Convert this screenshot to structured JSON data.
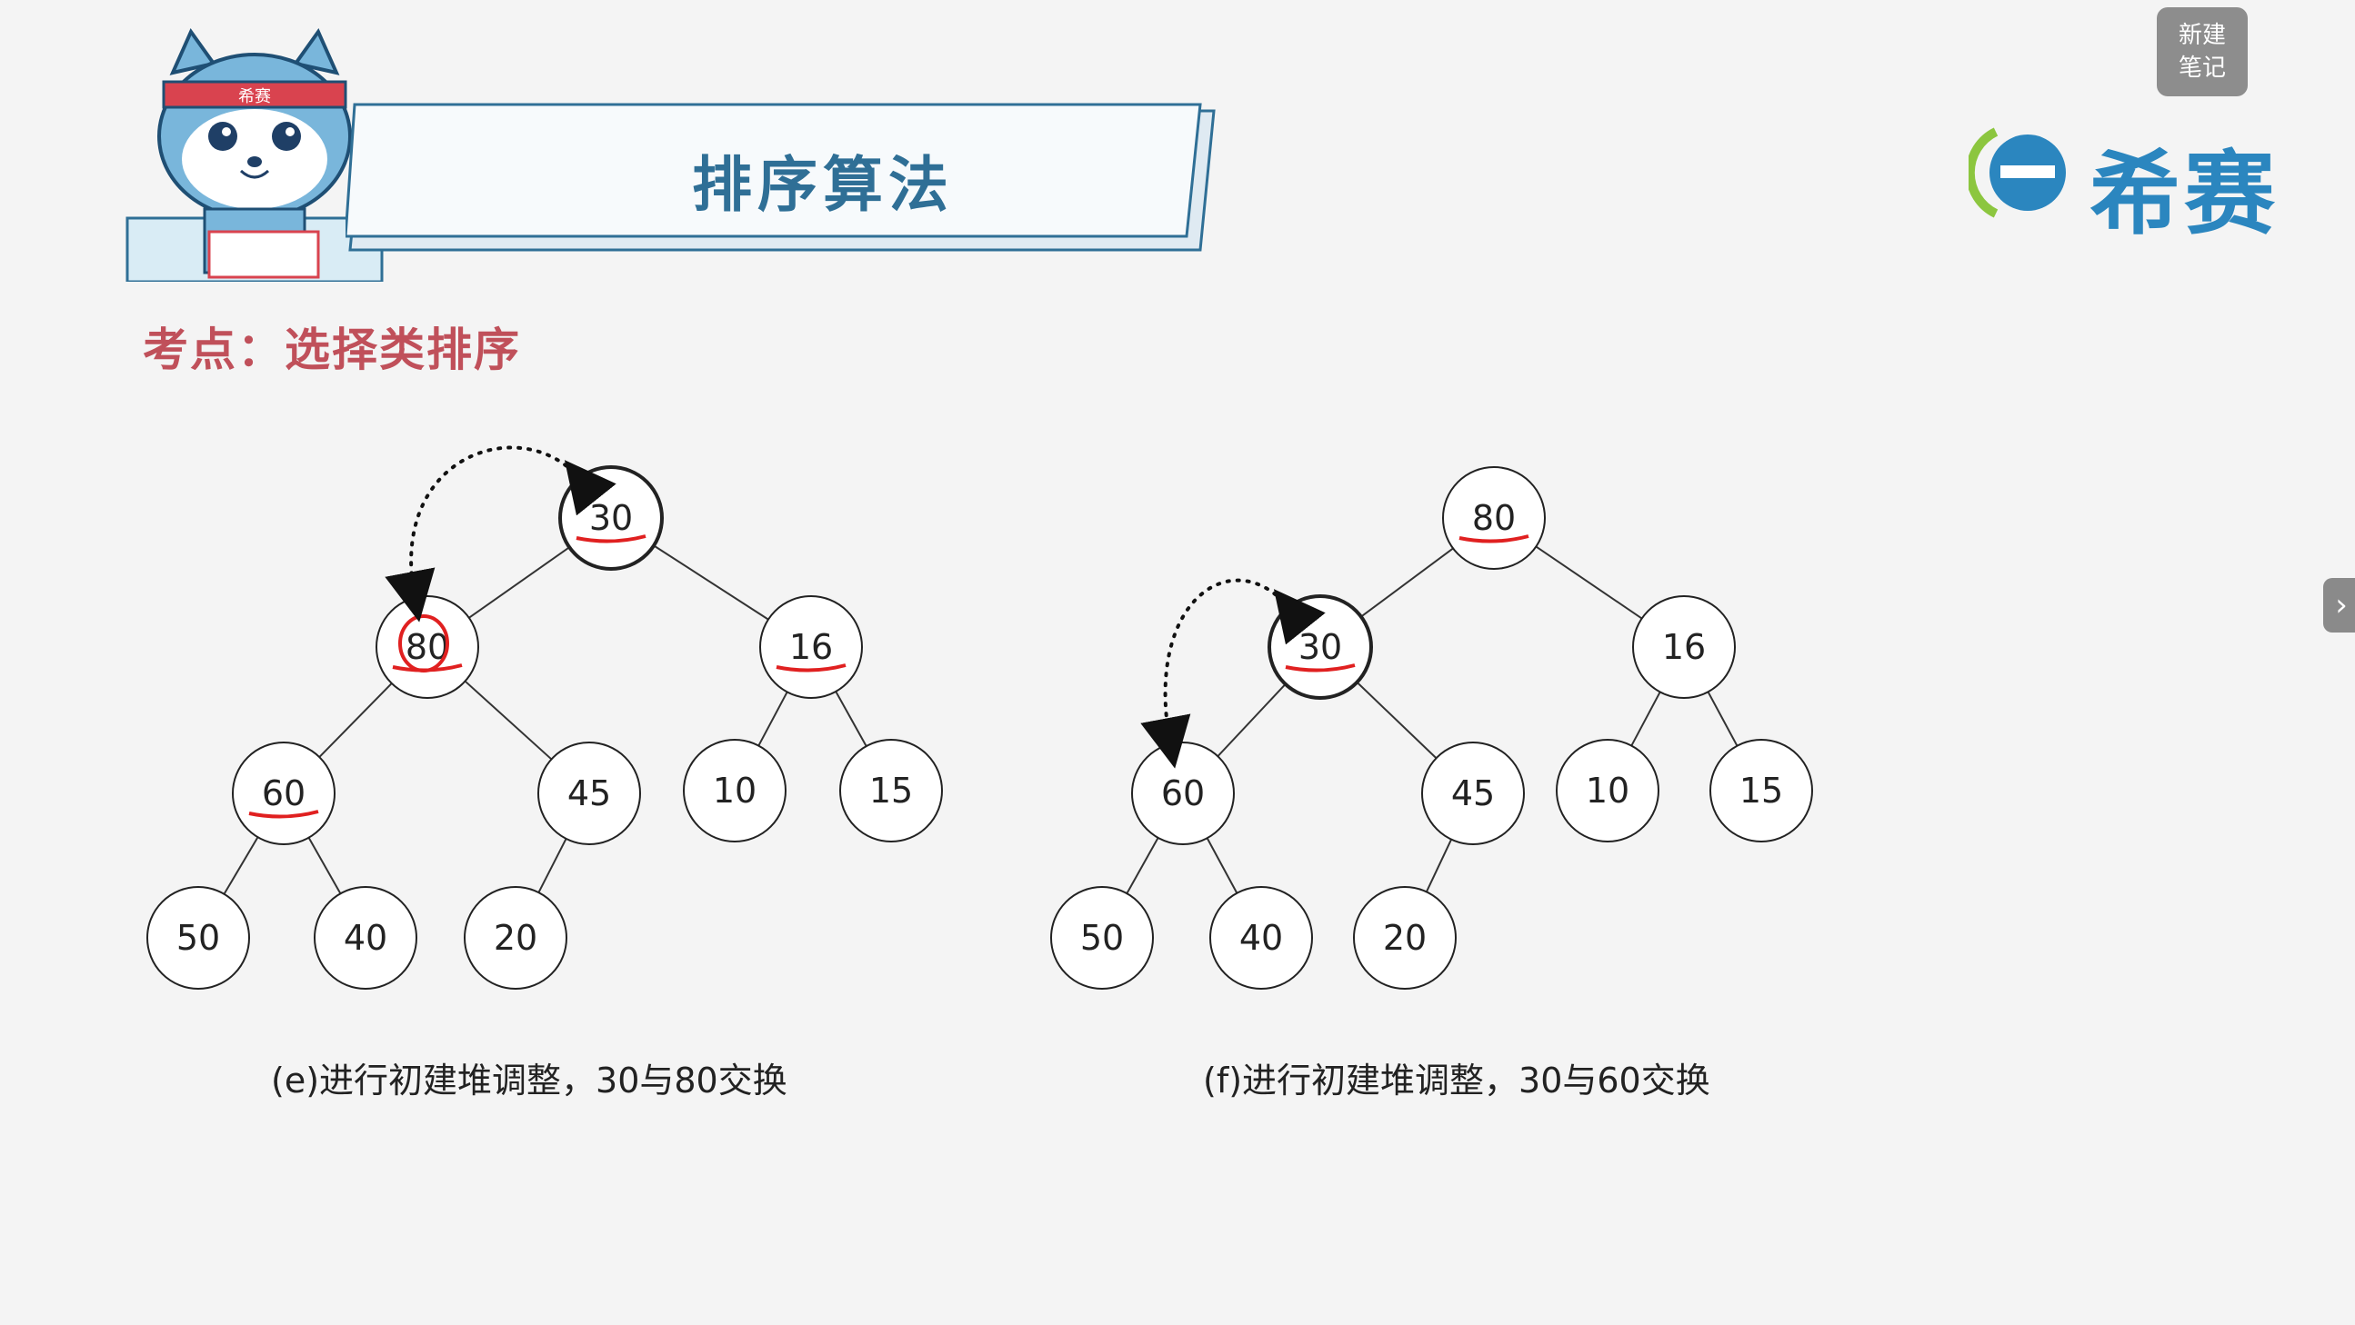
{
  "header": {
    "title": "排序算法",
    "subtitle": "考点：选择类排序",
    "mascot_badge": "希赛"
  },
  "logo": {
    "text": "希赛"
  },
  "note_button": {
    "line1": "新建",
    "line2": "笔记"
  },
  "side_tab": {
    "icon": "chevron-right-icon",
    "glyph": "›"
  },
  "colors": {
    "accent": "#2f6f96",
    "subtitle": "#c0505a",
    "logo": "#2b86bf",
    "annotation": "#e02020"
  },
  "trees": [
    {
      "caption": "(e)进行初建堆调整，30与80交换",
      "nodes": [
        {
          "id": "n1",
          "value": "30",
          "highlight": true,
          "underline": true
        },
        {
          "id": "n2",
          "value": "80",
          "circled": true,
          "underline": true
        },
        {
          "id": "n3",
          "value": "16",
          "underline": true
        },
        {
          "id": "n4",
          "value": "60",
          "underline": true
        },
        {
          "id": "n5",
          "value": "45"
        },
        {
          "id": "n6",
          "value": "10"
        },
        {
          "id": "n7",
          "value": "15"
        },
        {
          "id": "n8",
          "value": "50"
        },
        {
          "id": "n9",
          "value": "40"
        },
        {
          "id": "n10",
          "value": "20"
        }
      ],
      "swap": [
        "n1",
        "n2"
      ]
    },
    {
      "caption": "(f)进行初建堆调整，30与60交换",
      "nodes": [
        {
          "id": "n1",
          "value": "80",
          "underline": true
        },
        {
          "id": "n2",
          "value": "30",
          "highlight": true,
          "underline": true
        },
        {
          "id": "n3",
          "value": "16"
        },
        {
          "id": "n4",
          "value": "60"
        },
        {
          "id": "n5",
          "value": "45"
        },
        {
          "id": "n6",
          "value": "10"
        },
        {
          "id": "n7",
          "value": "15"
        },
        {
          "id": "n8",
          "value": "50"
        },
        {
          "id": "n9",
          "value": "40"
        },
        {
          "id": "n10",
          "value": "20"
        }
      ],
      "swap": [
        "n2",
        "n4"
      ]
    }
  ]
}
